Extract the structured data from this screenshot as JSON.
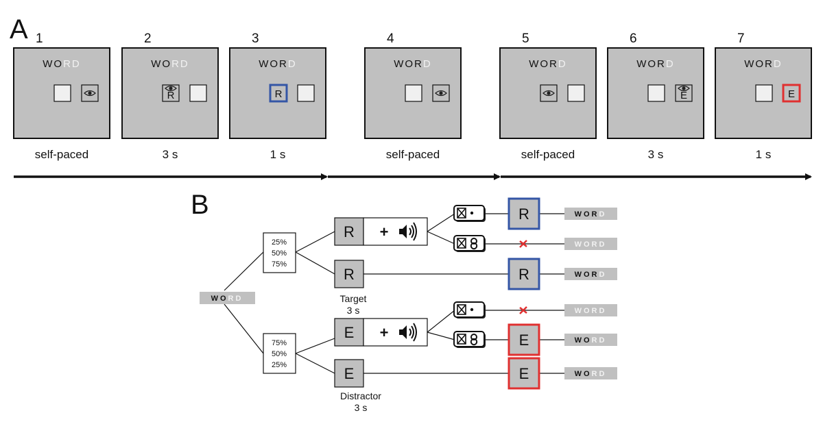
{
  "panelA": {
    "label": "A",
    "screens": [
      {
        "n": "1",
        "timing": "self-paced",
        "word_dark": "WO",
        "word_light": "RD",
        "left_box": "empty",
        "right_box": "eye",
        "highlight": "none",
        "letter": ""
      },
      {
        "n": "2",
        "timing": "3 s",
        "word_dark": "WO",
        "word_light": "RD",
        "left_box": "eye-letter",
        "right_box": "empty",
        "highlight": "none",
        "letter": "R"
      },
      {
        "n": "3",
        "timing": "1 s",
        "word_dark": "WOR",
        "word_light": "D",
        "left_box": "letter",
        "right_box": "empty",
        "highlight": "blue",
        "letter": "R"
      },
      {
        "n": "4",
        "timing": "self-paced",
        "word_dark": "WOR",
        "word_light": "D",
        "left_box": "empty",
        "right_box": "eye",
        "highlight": "none",
        "letter": ""
      },
      {
        "n": "5",
        "timing": "self-paced",
        "word_dark": "WOR",
        "word_light": "D",
        "left_box": "eye",
        "right_box": "empty",
        "highlight": "none",
        "letter": ""
      },
      {
        "n": "6",
        "timing": "3 s",
        "word_dark": "WOR",
        "word_light": "D",
        "left_box": "empty",
        "right_box": "eye-letter",
        "highlight": "none",
        "letter": "E"
      },
      {
        "n": "7",
        "timing": "1 s",
        "word_dark": "WOR",
        "word_light": "D",
        "left_box": "empty",
        "right_box": "letter",
        "highlight": "red",
        "letter": "E"
      }
    ]
  },
  "panelB": {
    "label": "B",
    "root_word": {
      "dark": "WO",
      "light": "RD"
    },
    "target_probs": [
      "25%",
      "50%",
      "75%"
    ],
    "distractor_probs": [
      "75%",
      "50%",
      "25%"
    ],
    "target_letter": "R",
    "distractor_letter": "E",
    "plus": "+",
    "target_label": "Target",
    "target_time": "3 s",
    "distractor_label": "Distractor",
    "distractor_time": "3 s",
    "outcomes": [
      {
        "word_dark": "WOR",
        "word_light": "D"
      },
      {
        "word_dark": "",
        "word_light": "WORD"
      },
      {
        "word_dark": "WOR",
        "word_light": "D"
      },
      {
        "word_dark": "",
        "word_light": "WORD"
      },
      {
        "word_dark": "WO",
        "word_light": "RD"
      },
      {
        "word_dark": "WO",
        "word_light": "RD"
      }
    ]
  },
  "colors": {
    "screen": "#c0c0c0",
    "blue": "#3456a6",
    "red": "#e03030",
    "light_text": "#f2f2f2",
    "word_bar": "#c0c0c0"
  }
}
